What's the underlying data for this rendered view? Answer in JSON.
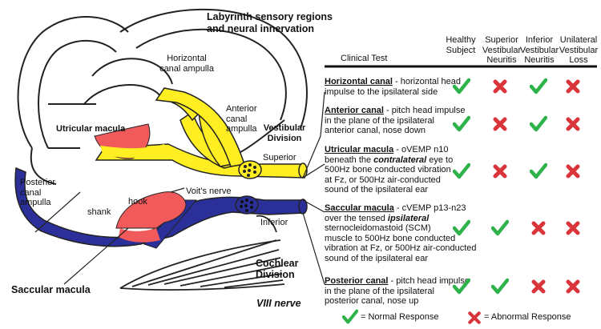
{
  "title": {
    "line1": "Labyrinth sensory regions",
    "line2": "and neural innervation"
  },
  "anatomy": {
    "horizontal_ampulla": {
      "line1": "Horizontal",
      "line2": "canal ampulla"
    },
    "anterior_ampulla": {
      "line1": "Anterior",
      "line2": "canal",
      "line3": "ampulla"
    },
    "vestibular_division": {
      "line1": "Vestibular",
      "line2": "Division"
    },
    "superior": "Superior",
    "utricular_macula": "Utricular macula",
    "posterior_ampulla": {
      "line1": "Posterior",
      "line2": "canal",
      "line3": "ampulla"
    },
    "hook": "hook",
    "shank": "shank",
    "voits_nerve": "Voit's nerve",
    "inferior": "Inferior",
    "cochlear_division": {
      "line1": "Cochlear",
      "line2": "Division"
    },
    "saccular_macula": "Saccular macula",
    "viii_nerve": "VIII nerve"
  },
  "table": {
    "clinical_test_header": "Clinical Test",
    "columns": [
      {
        "line1": "",
        "line2": "Healthy",
        "line3": "Subject"
      },
      {
        "line1": "Superior",
        "line2": "Vestibular",
        "line3": "Neuritis"
      },
      {
        "line1": "Inferior",
        "line2": "Vestibular",
        "line3": "Neuritis"
      },
      {
        "line1": "Unilateral",
        "line2": "Vestibular",
        "line3": "Loss"
      }
    ],
    "rows": [
      {
        "name": "Horizontal canal",
        "desc1": " - horizontal head",
        "lines": [
          "impulse to the ipsilateral side"
        ],
        "results": [
          "normal",
          "abnormal",
          "normal",
          "abnormal"
        ]
      },
      {
        "name": "Anterior canal",
        "desc1": " - pitch head impulse",
        "lines": [
          "in the plane of the ipsilateral",
          "anterior canal, nose down"
        ],
        "results": [
          "normal",
          "abnormal",
          "normal",
          "abnormal"
        ]
      },
      {
        "name": "Utricular macula",
        "desc1": "  -  oVEMP n10",
        "line2a": "beneath the ",
        "line2b": "contralateral",
        "line2c": " eye  to",
        "lines": [
          "500Hz bone conducted vibration",
          "at Fz, or 500Hz air-conducted",
          "sound of the ipsilateral ear"
        ],
        "results": [
          "normal",
          "abnormal",
          "normal",
          "abnormal"
        ]
      },
      {
        "name": "Saccular macula",
        "desc1": " - cVEMP  p13-n23",
        "line2a": "over the tensed ",
        "line2b": "ipsilateral",
        "line2c": "",
        "lines": [
          "sternocleidomastoid (SCM)",
          "muscle to 500Hz bone conducted",
          "vibration at Fz, or 500Hz air-conducted",
          "sound of the ipsilateral ear"
        ],
        "results": [
          "normal",
          "normal",
          "abnormal",
          "abnormal"
        ]
      },
      {
        "name": "Posterior canal",
        "desc1": "  -  pitch head impulse",
        "lines": [
          "in the plane of the ipsilateral",
          "posterior canal, nose up"
        ],
        "results": [
          "normal",
          "normal",
          "abnormal",
          "abnormal"
        ]
      }
    ]
  },
  "legend": {
    "normal": "= Normal Response",
    "abnormal": "= Abnormal Response"
  },
  "colors": {
    "normal": "#2db34a",
    "abnormal": "#d9343a",
    "nerve_superior": "#ffee22",
    "nerve_inferior": "#2b2f9a",
    "macula": "#f05a5a"
  }
}
